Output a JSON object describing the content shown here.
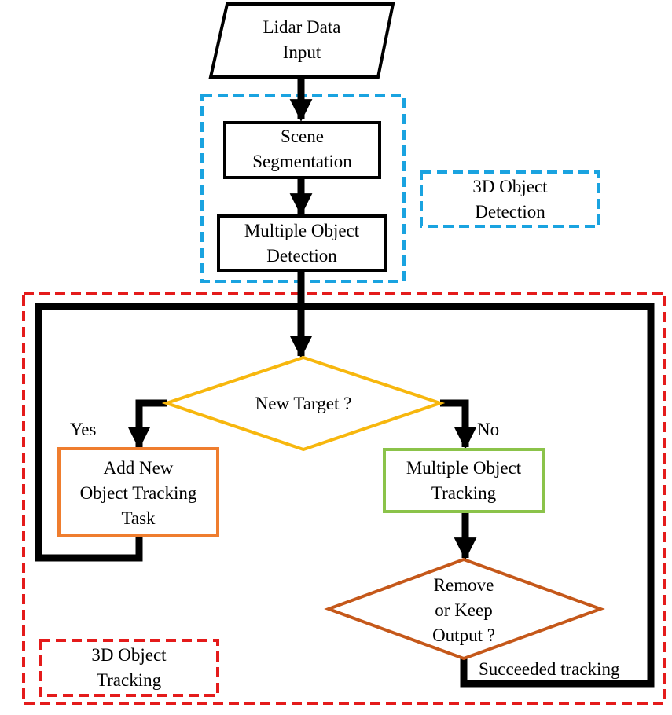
{
  "colors": {
    "line": "#000000",
    "detection_group": "#1aa3e0",
    "tracking_group": "#e41b1b",
    "decision_new_target": "#f7b70e",
    "add_new_task": "#ef7d2e",
    "multiple_object_tracking": "#8bc34a",
    "decision_remove_keep": "#c5581a"
  },
  "nodes": {
    "lidar_input": [
      "Lidar Data",
      "Input"
    ],
    "scene_segmentation": [
      "Scene",
      "Segmentation"
    ],
    "multiple_object_detection": [
      "Multiple Object",
      "Detection"
    ],
    "new_target": [
      "New Target ?"
    ],
    "add_new_task": [
      "Add New",
      "Object Tracking",
      "Task"
    ],
    "multiple_object_tracking": [
      "Multiple Object",
      "Tracking"
    ],
    "remove_or_keep": [
      "Remove",
      "or Keep",
      "Output ?"
    ]
  },
  "groups": {
    "detection": [
      "3D Object",
      "Detection"
    ],
    "tracking": [
      "3D Object",
      "Tracking"
    ]
  },
  "edge_labels": {
    "yes": "Yes",
    "no": "No",
    "succeeded": "Succeeded tracking"
  }
}
